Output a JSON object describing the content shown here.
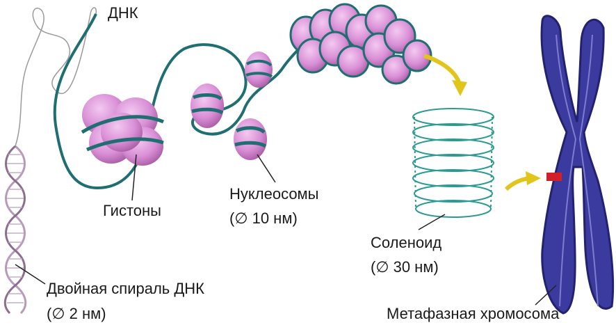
{
  "labels": {
    "dna": "ДНК",
    "histones": "Гистоны",
    "nucleosomes": "Нуклеосомы",
    "nucleosomes_size": "(∅ 10 нм)",
    "solenoid": "Соленоид",
    "solenoid_size": "(∅ 30 нм)",
    "double_helix": "Двойная спираль ДНК",
    "double_helix_size": "(∅ 2 нм)",
    "metaphase_chromosome": "Метафазная хромосома"
  },
  "colors": {
    "histone": "#d98fd6",
    "histone_dark": "#b05cab",
    "dna_strand": "#1f6f72",
    "chromosome": "#3b3a9e",
    "chromosome_dark": "#23226e",
    "arrow": "#e2c51b",
    "band": "#d0202a",
    "solenoid": "#2a9b92",
    "helix": "#a88aa8"
  }
}
